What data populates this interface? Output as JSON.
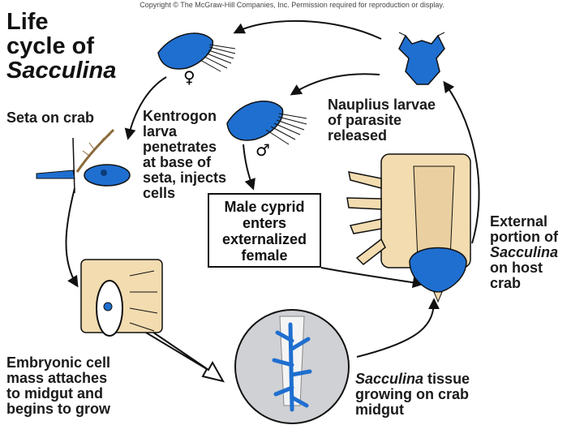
{
  "copyright": "Copyright © The McGraw-Hill Companies, Inc. Permission required for reproduction or display.",
  "title": {
    "line1": "Life",
    "line2": "cycle of",
    "line3": "Sacculina"
  },
  "labels": {
    "seta_on_crab": "Seta on crab",
    "kentrogon": [
      "Kentrogon",
      "larva",
      "penetrates",
      "at base of",
      "seta, injects",
      "cells"
    ],
    "nauplius": [
      "Nauplius larvae",
      "of parasite",
      "released"
    ],
    "male_cypri": [
      "Male cyprid",
      "enters",
      "externalized",
      "female"
    ],
    "external": [
      "External",
      "portion of",
      "Sacculina",
      "on host",
      "crab"
    ],
    "embryonic": [
      "Embryonic cell",
      "mass attaches",
      "to midgut and",
      "begins to grow"
    ],
    "tissue": [
      "Sacculina",
      " tissue",
      "growing on crab",
      "midgut"
    ]
  },
  "symbols": {
    "female": "♀",
    "male": "♂"
  },
  "colors": {
    "parasite_blue": "#1f6fd0",
    "crab_tan": "#f2dcb0",
    "outline": "#111111"
  }
}
